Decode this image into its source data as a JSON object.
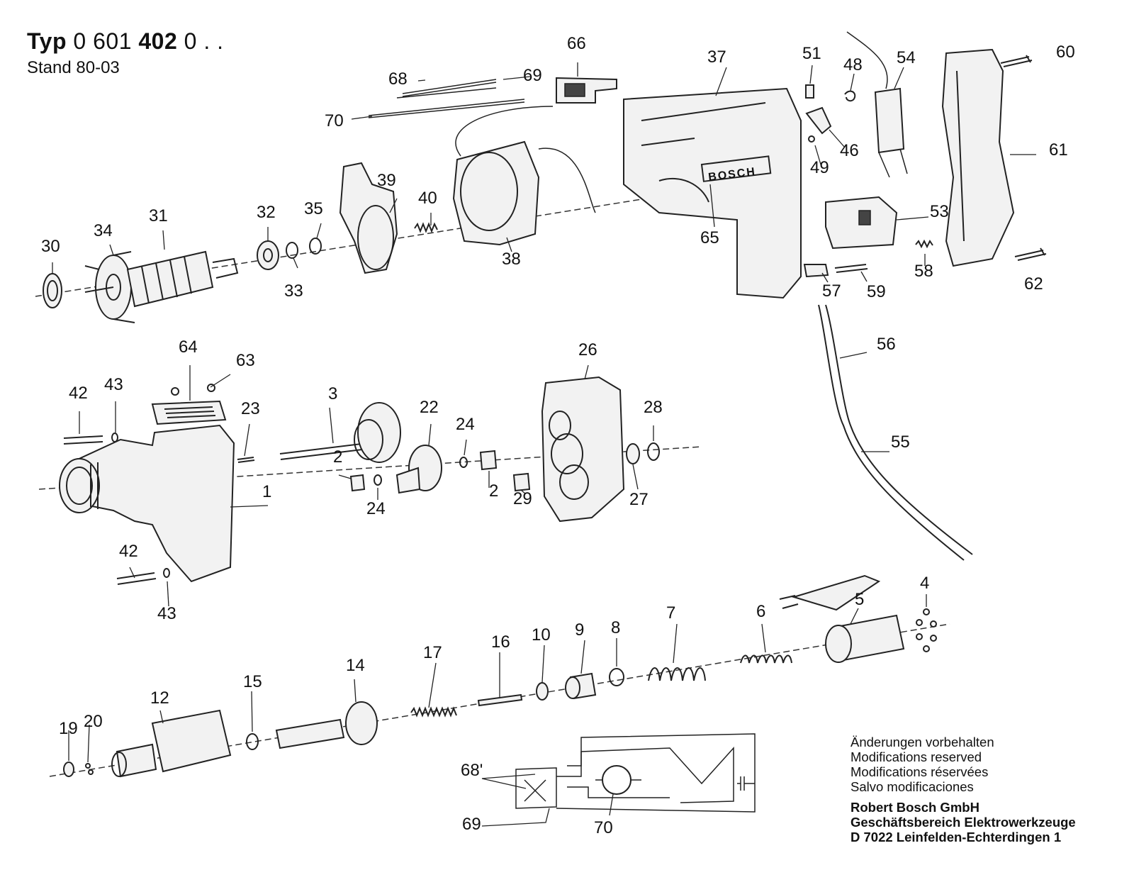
{
  "header": {
    "typ_label": "Typ",
    "typ_number_plain1": "0 601",
    "typ_number_bold": "402",
    "typ_number_plain2": "0 . .",
    "stand": "Stand 80-03"
  },
  "brand_on_housing": "BOSCH",
  "notes": {
    "modifications": [
      "Änderungen vorbehalten",
      "Modifications reserved",
      "Modifications réservées",
      "Salvo modificaciones"
    ],
    "company": [
      "Robert Bosch GmbH",
      "Geschäftsbereich Elektrowerkzeuge",
      "D 7022 Leinfelden-Echterdingen 1"
    ]
  },
  "part_labels": [
    "30",
    "34",
    "31",
    "32",
    "33",
    "35",
    "39",
    "40",
    "38",
    "37",
    "65",
    "66",
    "68",
    "69",
    "70",
    "51",
    "48",
    "54",
    "46",
    "49",
    "60",
    "61",
    "53",
    "58",
    "62",
    "57",
    "59",
    "56",
    "55",
    "64",
    "63",
    "42",
    "43",
    "23",
    "3",
    "22",
    "24",
    "2",
    "24",
    "2",
    "29",
    "26",
    "28",
    "27",
    "1",
    "42",
    "43",
    "4",
    "5",
    "6",
    "7",
    "8",
    "9",
    "10",
    "16",
    "17",
    "14",
    "15",
    "12",
    "19",
    "20",
    "68'",
    "69",
    "70"
  ]
}
